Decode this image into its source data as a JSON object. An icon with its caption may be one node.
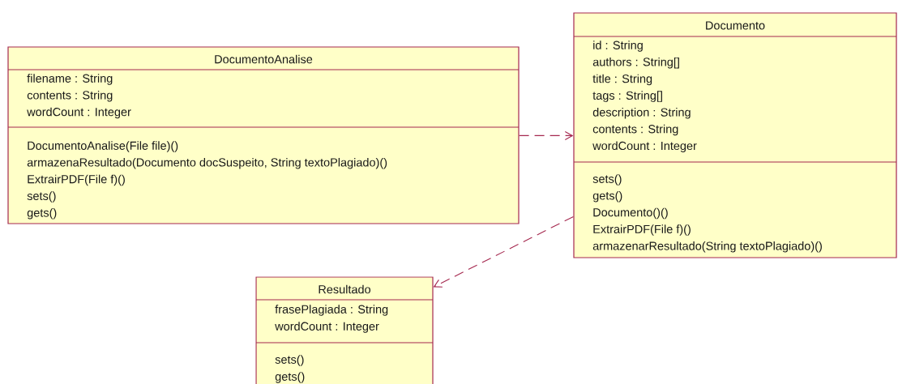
{
  "diagram": {
    "nodes": [
      {
        "text": [
          "DocumentoAnalise",
          "filename : String",
          "contents : String",
          "wordCount : Integer",
          "DocumentoAnalise(File file)()",
          "armazenaResultado(Documento docSuspeito, String textoPlagiado)()",
          "ExtrairPDF(File f)()",
          "sets()",
          "gets()"
        ]
      },
      {
        "text": [
          "Documento",
          "id : String",
          "authors : String[]",
          "title : String",
          "tags : String[]",
          "description : String",
          "contents : String",
          "wordCount : Integer",
          "sets()",
          "gets()",
          "Documento()()",
          "ExtrairPDF(File f)()",
          "armazenarResultado(String textoPlagiado)()"
        ]
      },
      {
        "text": [
          "Resultado",
          "frasePlagiada : String",
          "wordCount : Integer",
          "sets()",
          "gets()"
        ]
      }
    ],
    "edges": [
      {
        "from": 0,
        "to": 1,
        "arrow": "to",
        "style": "dashed"
      },
      {
        "from": 1,
        "to": 2,
        "arrow": "to",
        "style": "dashed"
      }
    ]
  }
}
